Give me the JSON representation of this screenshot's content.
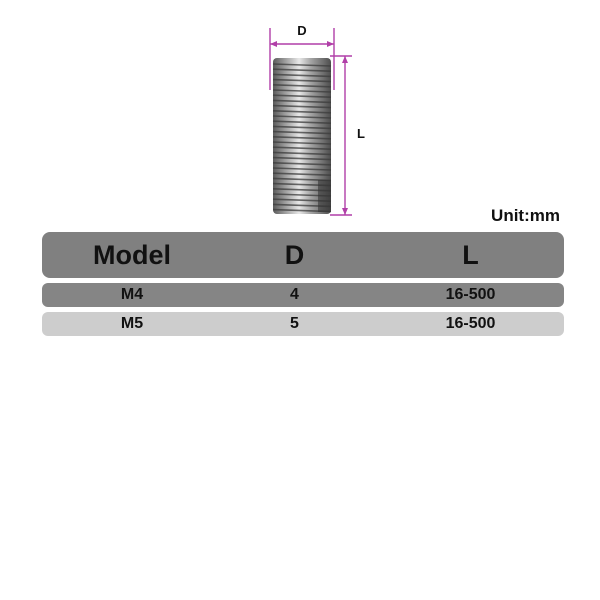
{
  "diagram": {
    "dim_d": "D",
    "dim_l": "L",
    "dimension_color": "#b13fa8"
  },
  "unit_label": "Unit:mm",
  "table": {
    "headers": [
      "Model",
      "D",
      "L"
    ],
    "rows": [
      [
        "M4",
        "4",
        "16-500"
      ],
      [
        "M5",
        "5",
        "16-500"
      ]
    ]
  }
}
